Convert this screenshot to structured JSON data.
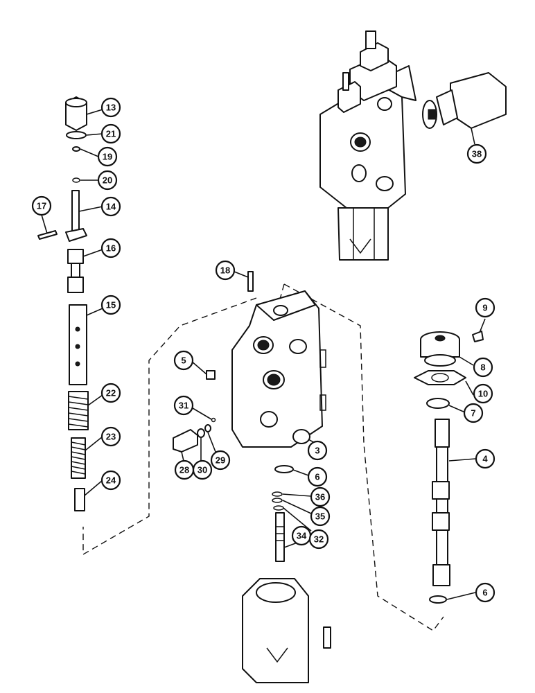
{
  "callouts": {
    "c13": "13",
    "c21": "21",
    "c19": "19",
    "c20": "20",
    "c17": "17",
    "c14": "14",
    "c16": "16",
    "c15": "15",
    "c22": "22",
    "c23": "23",
    "c24": "24",
    "c18": "18",
    "c5": "5",
    "c31": "31",
    "c28": "28",
    "c30": "30",
    "c29": "29",
    "c3": "3",
    "c6a": "6",
    "c36": "36",
    "c35": "35",
    "c34": "34",
    "c32": "32",
    "c9": "9",
    "c8": "8",
    "c10": "10",
    "c7": "7",
    "c4": "4",
    "c6b": "6",
    "c38": "38"
  },
  "colors": {
    "ink": "#111111",
    "paper": "#ffffff"
  }
}
